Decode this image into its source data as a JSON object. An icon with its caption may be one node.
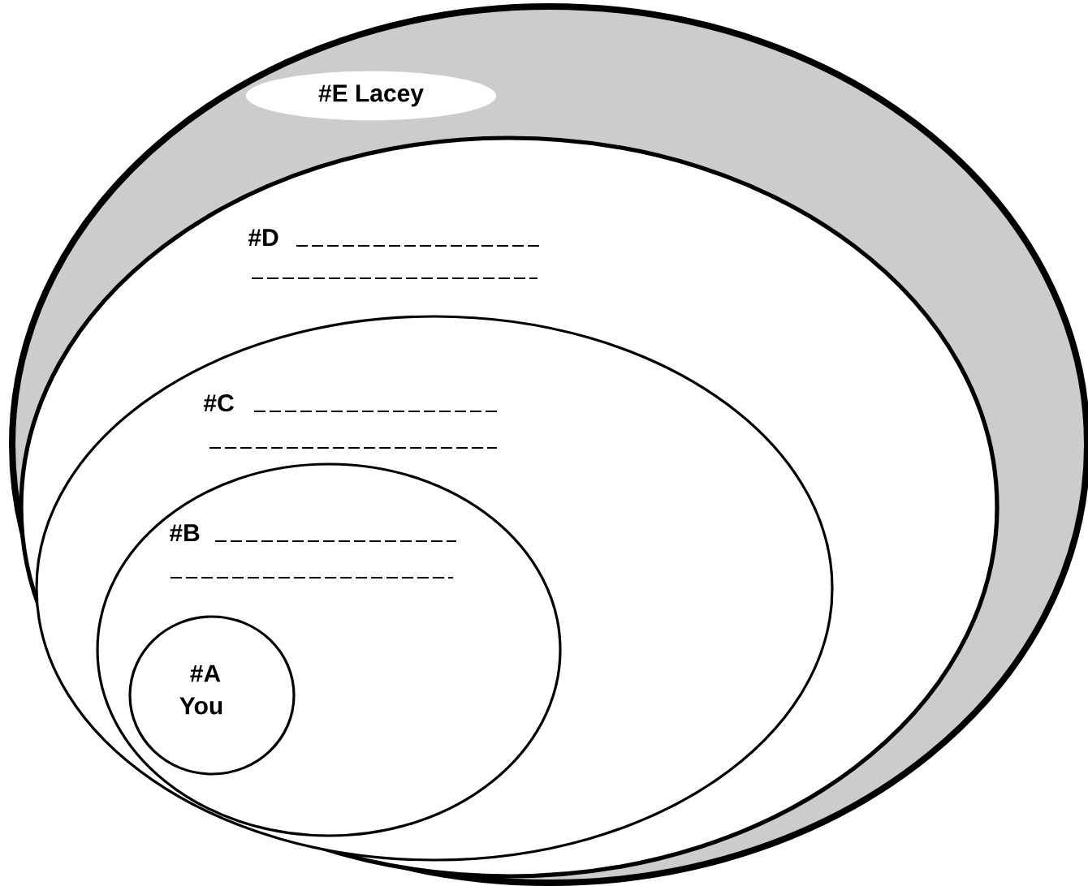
{
  "diagram": {
    "nodes": [
      {
        "text": [
          "#E Lacey"
        ]
      },
      {
        "text": [
          "#D"
        ],
        "in": 0
      },
      {
        "text": [
          "#C"
        ],
        "in": 1
      },
      {
        "text": [
          "#B"
        ],
        "in": 2
      },
      {
        "text": [
          "#A",
          "You"
        ],
        "in": 3
      }
    ]
  }
}
